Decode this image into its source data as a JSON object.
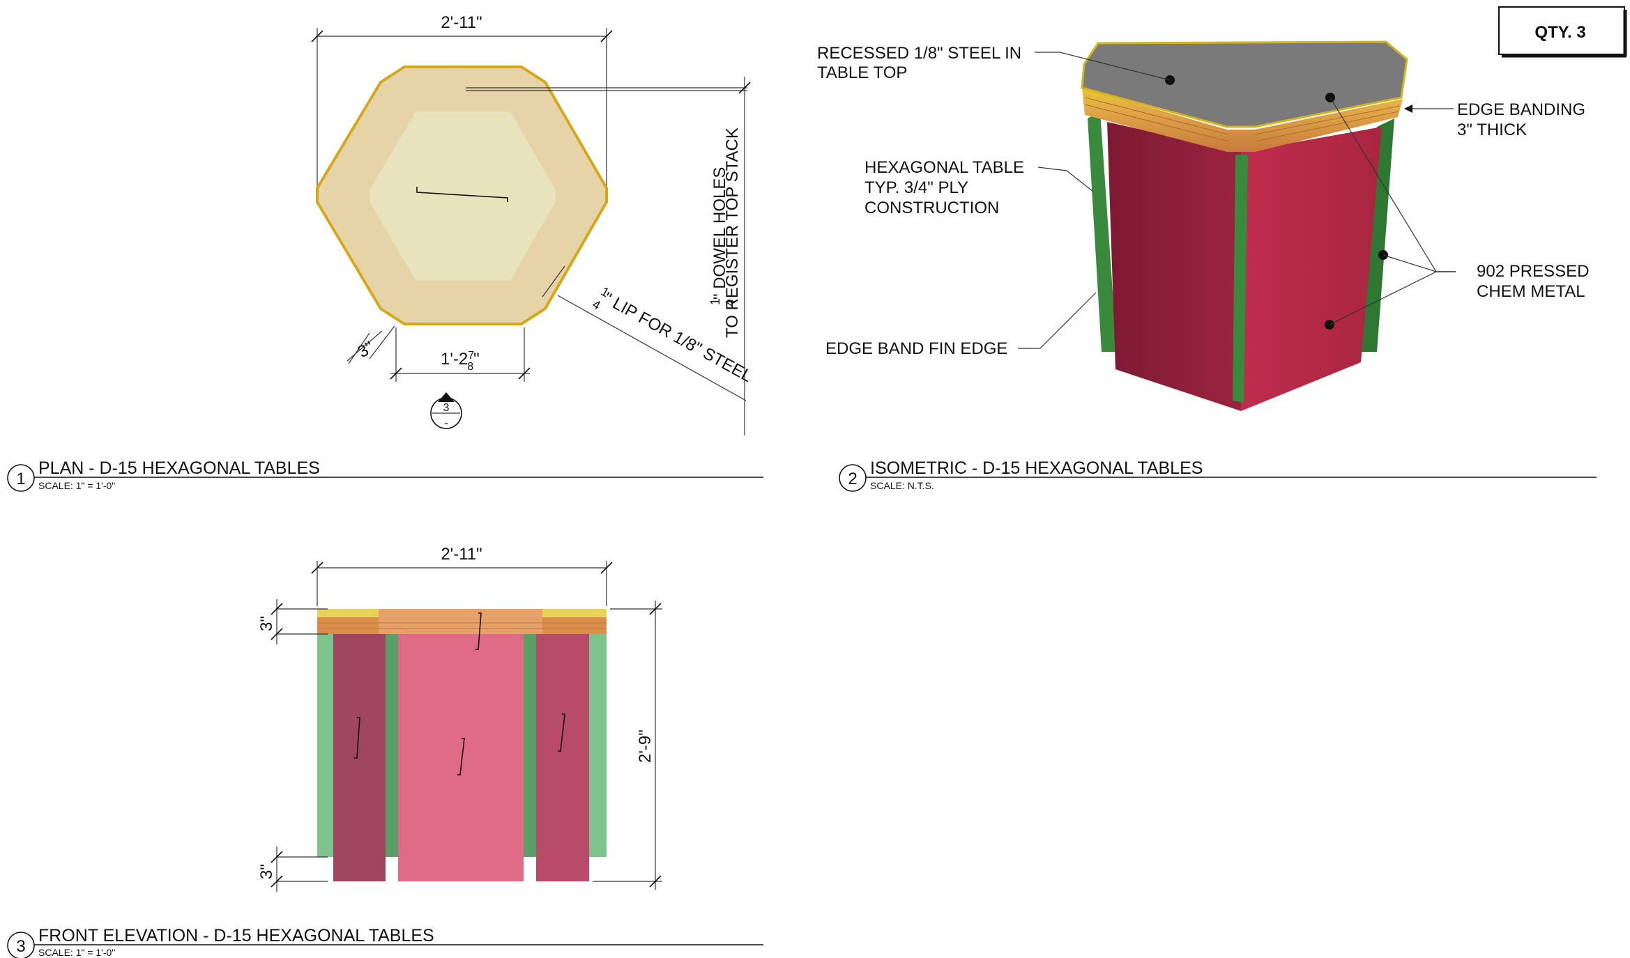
{
  "qty_label": "QTY. 3",
  "views": [
    {
      "number": "1",
      "title": "PLAN -  D-15 HEXAGONAL TABLES",
      "scale": "SCALE: 1\" = 1'-0\""
    },
    {
      "number": "2",
      "title": "ISOMETRIC - D-15 HEXAGONAL TABLES",
      "scale": "SCALE: N.T.S."
    },
    {
      "number": "3",
      "title": "FRONT ELEVATION - D-15 HEXAGONAL TABLES",
      "scale": "SCALE: 1\" = 1'-0\""
    }
  ],
  "plan": {
    "width_dim": "2'-11\"",
    "edge_dim": "1'-2",
    "edge_dim_frac_num": "7",
    "edge_dim_frac_den": "8",
    "chamfer_dim": "3\"",
    "dowel_note_num": "1",
    "dowel_note_den": "4",
    "dowel_note_line1": "\" DOWEL HOLES",
    "dowel_note_line2": "TO REGISTER TOP STACK",
    "lip_note_num": "1",
    "lip_note_den": "4",
    "lip_note_text": "\" LIP FOR 1/8\" STEEL",
    "section_marker_top": "3",
    "section_marker_bottom": "-"
  },
  "isometric": {
    "callout_steel_1": "RECESSED 1/8\" STEEL IN",
    "callout_steel_2": "TABLE TOP",
    "callout_hex_1": "HEXAGONAL TABLE",
    "callout_hex_2": "TYP. 3/4\" PLY",
    "callout_hex_3": "CONSTRUCTION",
    "callout_fin": "EDGE BAND FIN EDGE",
    "callout_banding_1": "EDGE BANDING",
    "callout_banding_2": "3\" THICK",
    "callout_metal_1": "902 PRESSED",
    "callout_metal_2": "CHEM METAL"
  },
  "elevation": {
    "width_dim": "2'-11\"",
    "height_dim": "2'-9\"",
    "top_band_dim": "3\"",
    "base_dim": "3\""
  },
  "colors": {
    "plan_outer_fill": "#e6d3a8",
    "plan_inner_fill": "#e9e3bd",
    "plan_edge": "#d4a818",
    "steel_top": "#7a7a7a",
    "edge_band_yellow": "#e6c62e",
    "edge_band_orange": "#d98f4a",
    "panel_red_dark": "#8d1f3a",
    "panel_red_light": "#b82a4b",
    "fin_green": "#3a8a3e",
    "elev_green": "#7ec38a",
    "elev_panel_mid": "#e06b86",
    "elev_panel_side": "#b84c68",
    "elev_panel_dark": "#a04660",
    "elev_top_orange": "#e6a06a",
    "elev_top_yellow": "#e8d35a"
  }
}
